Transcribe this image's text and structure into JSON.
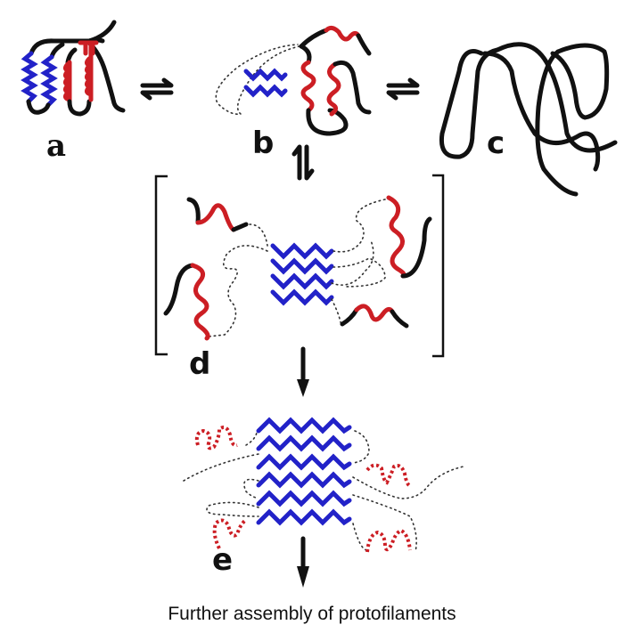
{
  "diagram": {
    "type": "protein misfolding / amyloid aggregation pathway",
    "colors": {
      "beta_strand": "#2222c8",
      "alpha_helix": "#cc1e24",
      "loop": "#111111",
      "background": "#ffffff"
    },
    "states": [
      {
        "id": "a",
        "label": "a",
        "description": "native folded protein (beta-strands + helices)"
      },
      {
        "id": "b",
        "label": "b",
        "description": "partially unfolded intermediate"
      },
      {
        "id": "c",
        "label": "c",
        "description": "fully unfolded chain"
      },
      {
        "id": "d",
        "label": "d",
        "description": "oligomeric intermediate (bracketed)"
      },
      {
        "id": "e",
        "label": "e",
        "description": "protofilament / beta-sheet core"
      }
    ],
    "arrows": [
      {
        "from": "a",
        "to": "b",
        "kind": "equilibrium"
      },
      {
        "from": "b",
        "to": "c",
        "kind": "equilibrium"
      },
      {
        "from": "b",
        "to": "d",
        "kind": "equilibrium"
      },
      {
        "from": "d",
        "to": "e",
        "kind": "irreversible"
      },
      {
        "from": "e",
        "to": "caption",
        "kind": "irreversible"
      }
    ],
    "caption": "Further assembly of protofilaments"
  }
}
